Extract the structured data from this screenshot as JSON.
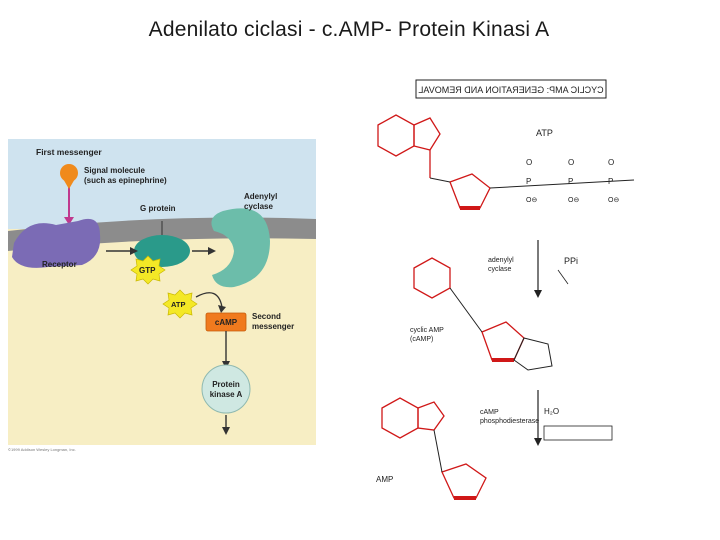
{
  "slide": {
    "title": "Adenilato ciclasi - c.AMP- Protein Kinasi A"
  },
  "left_figure": {
    "first_messenger": "First messenger",
    "signal_molecule_line1": "Signal molecule",
    "signal_molecule_line2": "(such as epinephrine)",
    "g_protein": "G protein",
    "adenylyl_line1": "Adenylyl",
    "adenylyl_line2": "cyclase",
    "receptor": "Receptor",
    "gtp": "GTP",
    "atp": "ATP",
    "camp": "cAMP",
    "second_line1": "Second",
    "second_line2": "messenger",
    "pk_line1": "Protein",
    "pk_line2": "kinase A",
    "credit": "©1999 Addison Wesley Longman, Inc.",
    "colors": {
      "background": "#f7eec4",
      "membrane": "#8c8c8c",
      "receptor": "#7b6bb5",
      "g_protein": "#2a9a8a",
      "cyclase": "#6cbdaa",
      "gtp_star": "#f4e826",
      "camp_box": "#f07a1e",
      "signal": "#f08a1c"
    }
  },
  "right_figure": {
    "banner": "CYCLIC AMP: GENERATION AND REMOVAL",
    "atp_label": "ATP",
    "adenylyl_label_1": "adenylyl",
    "adenylyl_label_2": "cyclase",
    "ppi_label": "PPi",
    "camp_label_1": "cyclic AMP",
    "camp_label_2": "(cAMP)",
    "pde_label_1": "cAMP",
    "pde_label_2": "phosphodiesterase",
    "amp_label": "AMP",
    "colors": {
      "ring": "#d01818",
      "line": "#222222"
    }
  }
}
